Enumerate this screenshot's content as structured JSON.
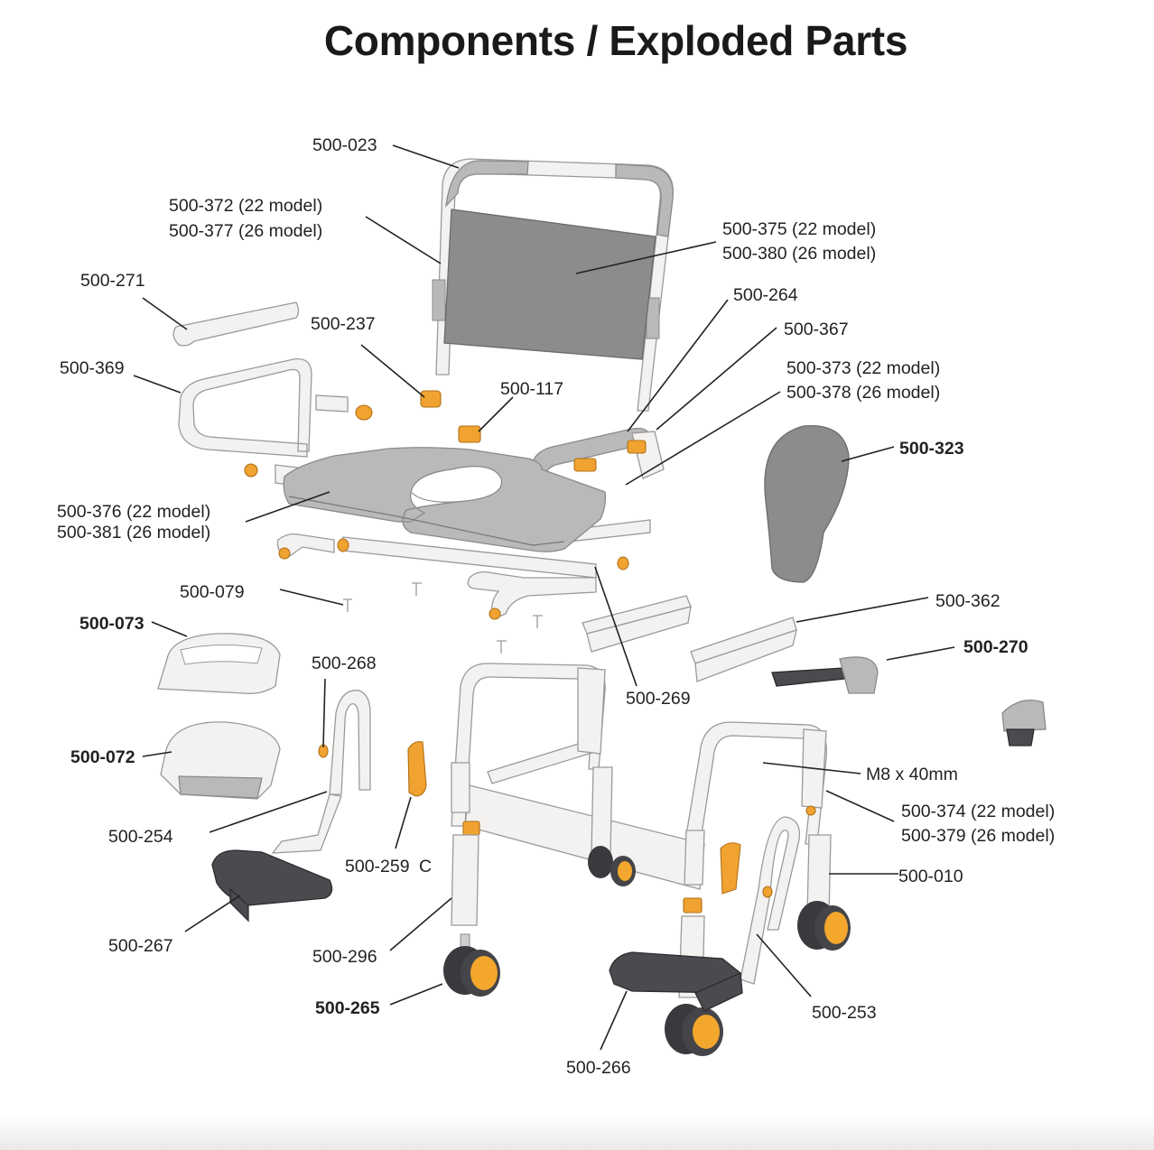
{
  "title": "Components / Exploded Parts",
  "part_labels": {
    "p023": "500-023",
    "p372": "500-372 (22 model)",
    "p377": "500-377 (26 model)",
    "p375": "500-375 (22 model)",
    "p380": "500-380 (26 model)",
    "p271": "500-271",
    "p237": "500-237",
    "p264": "500-264",
    "p367": "500-367",
    "p369": "500-369",
    "p117": "500-117",
    "p373": "500-373 (22 model)",
    "p378": "500-378 (26 model)",
    "p323": "500-323",
    "p376": "500-376 (22 model)",
    "p381": "500-381 (26 model)",
    "p079": "500-079",
    "p362": "500-362",
    "p073": "500-073",
    "p270": "500-270",
    "p268": "500-268",
    "p269": "500-269",
    "p072": "500-072",
    "m8": "M8 x 40mm",
    "p374": "500-374 (22 model)",
    "p379": "500-379 (26 model)",
    "p254": "500-254",
    "p259": "500-259",
    "p259_suffix": "C",
    "p010": "500-010",
    "p267": "500-267",
    "p296": "500-296",
    "p265": "500-265",
    "p253": "500-253",
    "p266": "500-266"
  },
  "colors": {
    "frame": "#f3f2f0",
    "upholstery": "#8c8c8c",
    "footrest": "#4a4a4f",
    "accent": "#f0a330",
    "text": "#222222"
  }
}
